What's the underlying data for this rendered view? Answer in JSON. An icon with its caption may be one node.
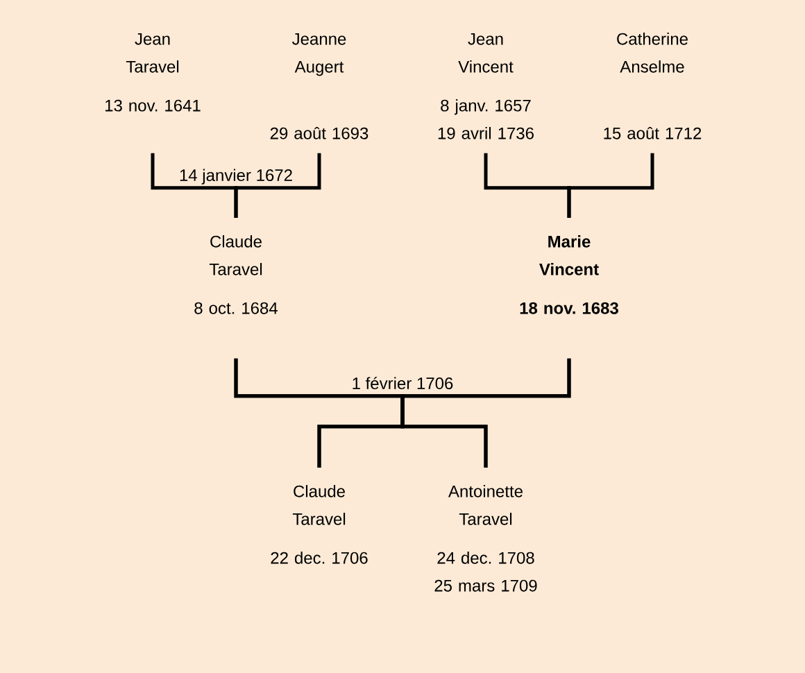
{
  "diagram": {
    "nodes": [
      {
        "text": [
          "Jean Taravel",
          "13 nov. 1641"
        ]
      },
      {
        "text": [
          "Jeanne Augert",
          "29 août 1693"
        ]
      },
      {
        "text": [
          "Jean Vincent",
          "8 janv. 1657",
          "19 avril 1736"
        ]
      },
      {
        "text": [
          "Catherine Anselme",
          "15 août 1712"
        ]
      },
      {
        "text": [
          "Claude Taravel",
          "8 oct. 1684"
        ]
      },
      {
        "text": [
          "Marie Vincent",
          "18 nov. 1683"
        ]
      },
      {
        "text": [
          "Claude Taravel",
          "22 dec. 1706"
        ]
      },
      {
        "text": [
          "Antoinette Taravel",
          "24 dec. 1708",
          "25 mars 1709"
        ]
      }
    ],
    "edges": [
      {
        "from": 0,
        "to": 4,
        "arrow": "none",
        "label": "14 janvier 1672"
      },
      {
        "from": 1,
        "to": 4,
        "arrow": "none"
      },
      {
        "from": 2,
        "to": 5,
        "arrow": "none"
      },
      {
        "from": 3,
        "to": 5,
        "arrow": "none"
      },
      {
        "from": 4,
        "to": 6,
        "arrow": "none",
        "label": "1 février 1706"
      },
      {
        "from": 4,
        "to": 7,
        "arrow": "none"
      },
      {
        "from": 5,
        "to": 6,
        "arrow": "none"
      },
      {
        "from": 5,
        "to": 7,
        "arrow": "none"
      }
    ]
  }
}
